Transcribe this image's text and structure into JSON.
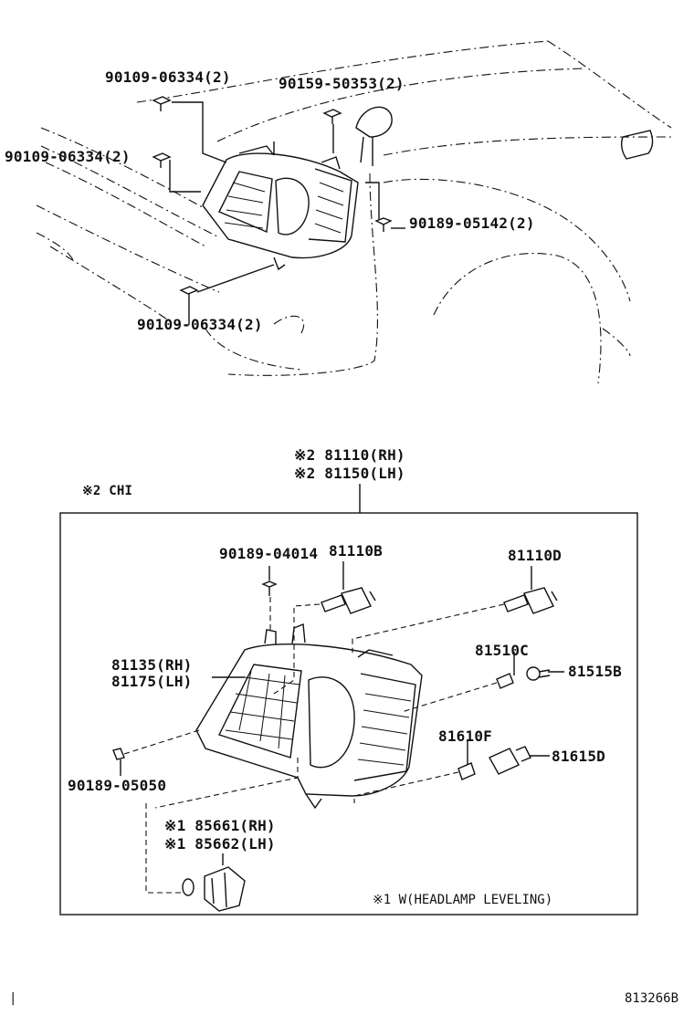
{
  "top_section": {
    "labels": {
      "bolt_top_left": "90109-06334(2)",
      "bolt_left": "90109-06334(2)",
      "bolt_top_right": "90159-50353(2)",
      "clip_right": "90189-05142(2)",
      "bolt_bottom": "90109-06334(2)"
    }
  },
  "bottom_section": {
    "assembly_rh": "※2 81110(RH)",
    "assembly_lh": "※2 81150(LH)",
    "box_note": "※2 CHI",
    "labels": {
      "clip_top": "90189-04014",
      "bulb_b": "81110B",
      "bulb_d": "81110D",
      "housing_rh": "81135(RH)",
      "housing_lh": "81175(LH)",
      "bulb_510c": "81510C",
      "socket_515b": "81515B",
      "bulb_610f": "81610F",
      "socket_615d": "81615D",
      "clip_bottom": "90189-05050",
      "actuator_rh": "※1 85661(RH)",
      "actuator_lh": "※1 85662(LH)",
      "footnote": "※1 W(HEADLAMP LEVELING)"
    }
  },
  "footer": {
    "left_mark": "|",
    "diagram_code": "813266B"
  }
}
